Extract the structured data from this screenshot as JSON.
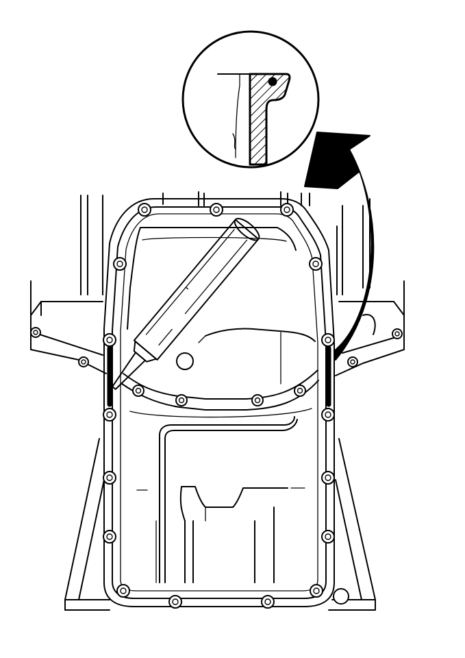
{
  "diagram": {
    "subject": "oil-pan-sealant-application",
    "colors": {
      "ink": "#000000",
      "paper": "#ffffff"
    },
    "icons": {
      "detail_inset": "zoom-detail-circle",
      "arrow": "curved-arrow",
      "tool": "sealant-tube"
    }
  }
}
